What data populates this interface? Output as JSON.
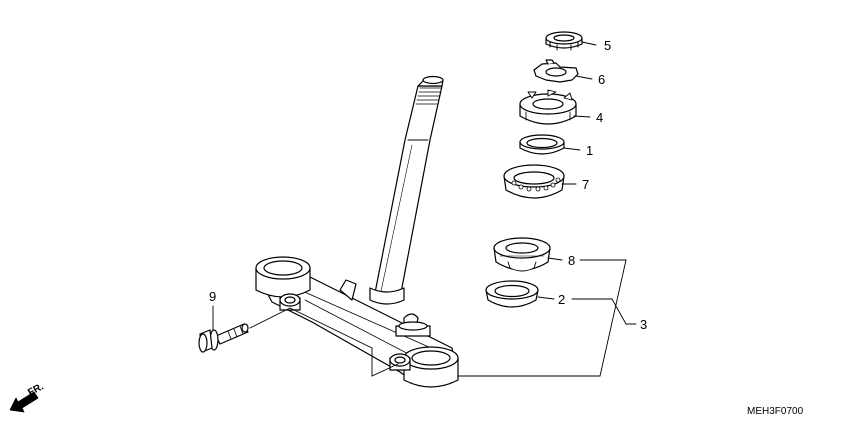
{
  "diagram": {
    "callouts": {
      "c1": "1",
      "c2": "2",
      "c3": "3",
      "c4": "4",
      "c5": "5",
      "c6": "6",
      "c7": "7",
      "c8": "8",
      "c9": "9"
    },
    "direction_label": "FR.",
    "diagram_code": "MEH3F0700"
  },
  "colors": {
    "ink": "#000000",
    "paper": "#ffffff",
    "shade": "#d9d9d9"
  }
}
